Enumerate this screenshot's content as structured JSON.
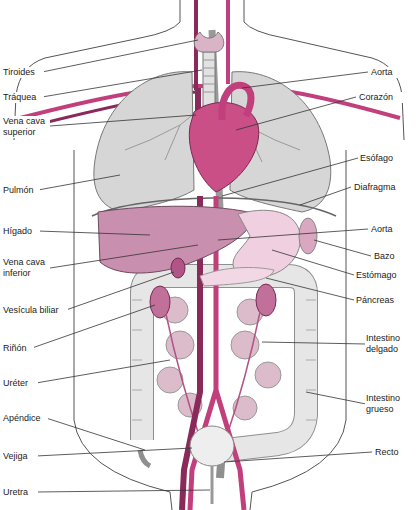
{
  "diagram": {
    "labels": [
      "Tiroides",
      "Tráquea",
      "Vena cava superior",
      "Pulmón",
      "Hígado",
      "Vena cava inferior",
      "Vesícula biliar",
      "Riñón",
      "Uréter",
      "Apéndice",
      "Vejiga",
      "Uretra",
      "Aorta",
      "Corazón",
      "Esófago",
      "Diafragma",
      "Aorta",
      "Bazo",
      "Estómago",
      "Páncreas",
      "Intestino delgado",
      "Intestino grueso",
      "Recto"
    ]
  }
}
